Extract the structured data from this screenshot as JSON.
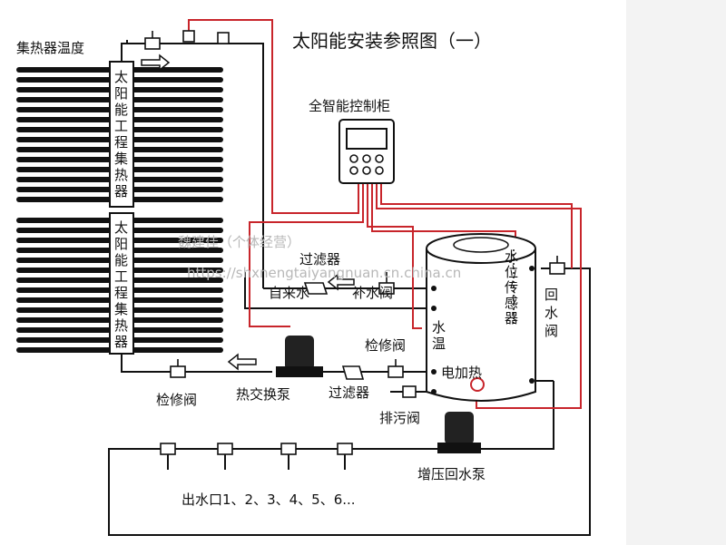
{
  "title": "太阳能安装参照图（一）",
  "controller_label": "全智能控制柜",
  "collector_temp_label": "集热器温度",
  "collector_labels": [
    "太阳能工程集热器",
    "太阳能工程集热器"
  ],
  "watermark": [
    "魏建佳（个体经营）",
    "https://shxnengtaiyangnuan.cn.china.cn"
  ],
  "labels": {
    "filter_top": "过滤器",
    "tap_water": "自来水",
    "makeup_valve": "补水阀",
    "level_sensor": "水位传感器",
    "return_valve": "回水阀",
    "water_temp": "水温",
    "service_valve_right": "检修阀",
    "electric_heater": "电加热",
    "service_valve_left": "检修阀",
    "heat_exchange_pump": "热交换泵",
    "filter_bottom": "过滤器",
    "drain_valve": "排污阀",
    "booster_pump": "增压回水泵",
    "outlets": "出水口1、2、3、4、5、6..."
  },
  "colors": {
    "pipe": "#111111",
    "wire": "#c8252b",
    "panel_bg": "#f3f3f3",
    "watermark": "#b8b8b8"
  },
  "icons": [
    "arrow-right-icon",
    "arrow-left-icon",
    "pump-icon",
    "valve-icon",
    "tank-icon",
    "controller-icon"
  ]
}
